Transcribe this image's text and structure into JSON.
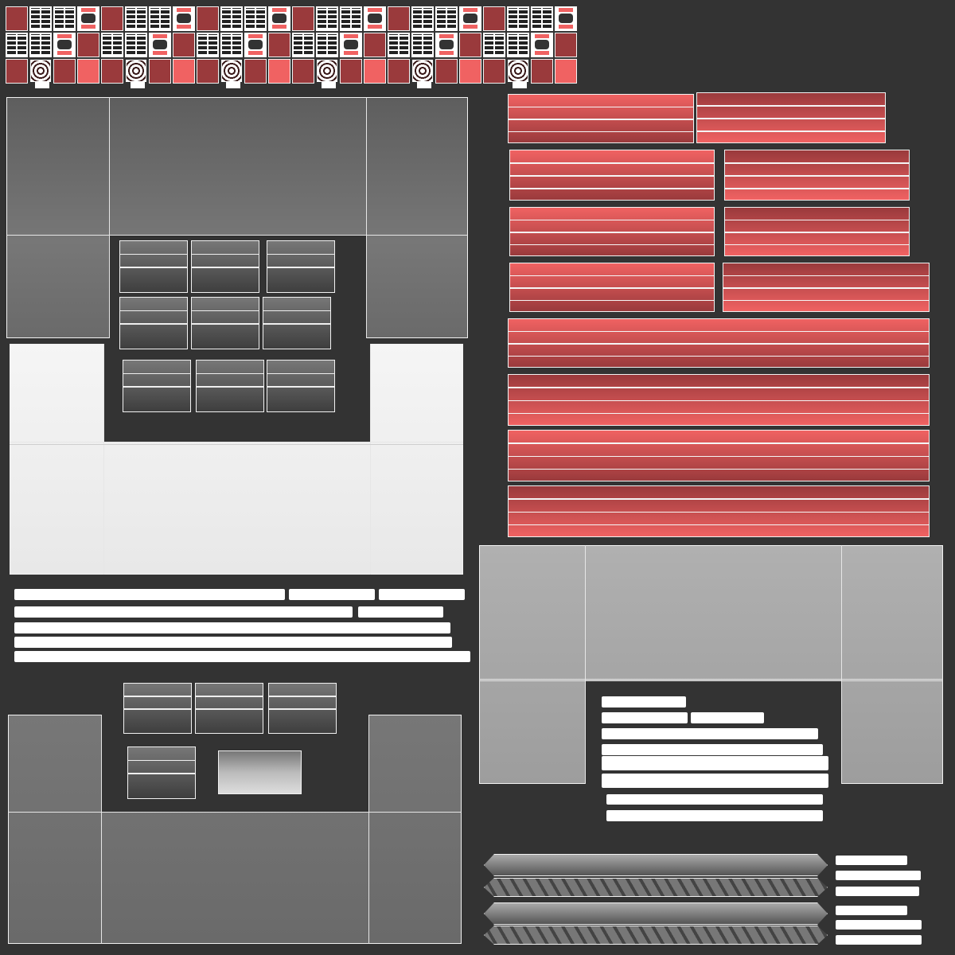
{
  "colors": {
    "background": "#333333",
    "wireframe": "#f2f2f2",
    "red_light": "#f06262",
    "red_dark": "#9a3a3c",
    "gray_panel": "#6a6a6a",
    "gray_panel_light": "#a9a9a9",
    "white_panel": "#efefef",
    "strip_white": "#ffffff"
  },
  "icons": {
    "uv_island": "uv-island-icon"
  },
  "layout_kind": {
    "top_strip_cells": [
      "red",
      "window",
      "grid",
      "lace"
    ],
    "plank_rows": 8
  }
}
